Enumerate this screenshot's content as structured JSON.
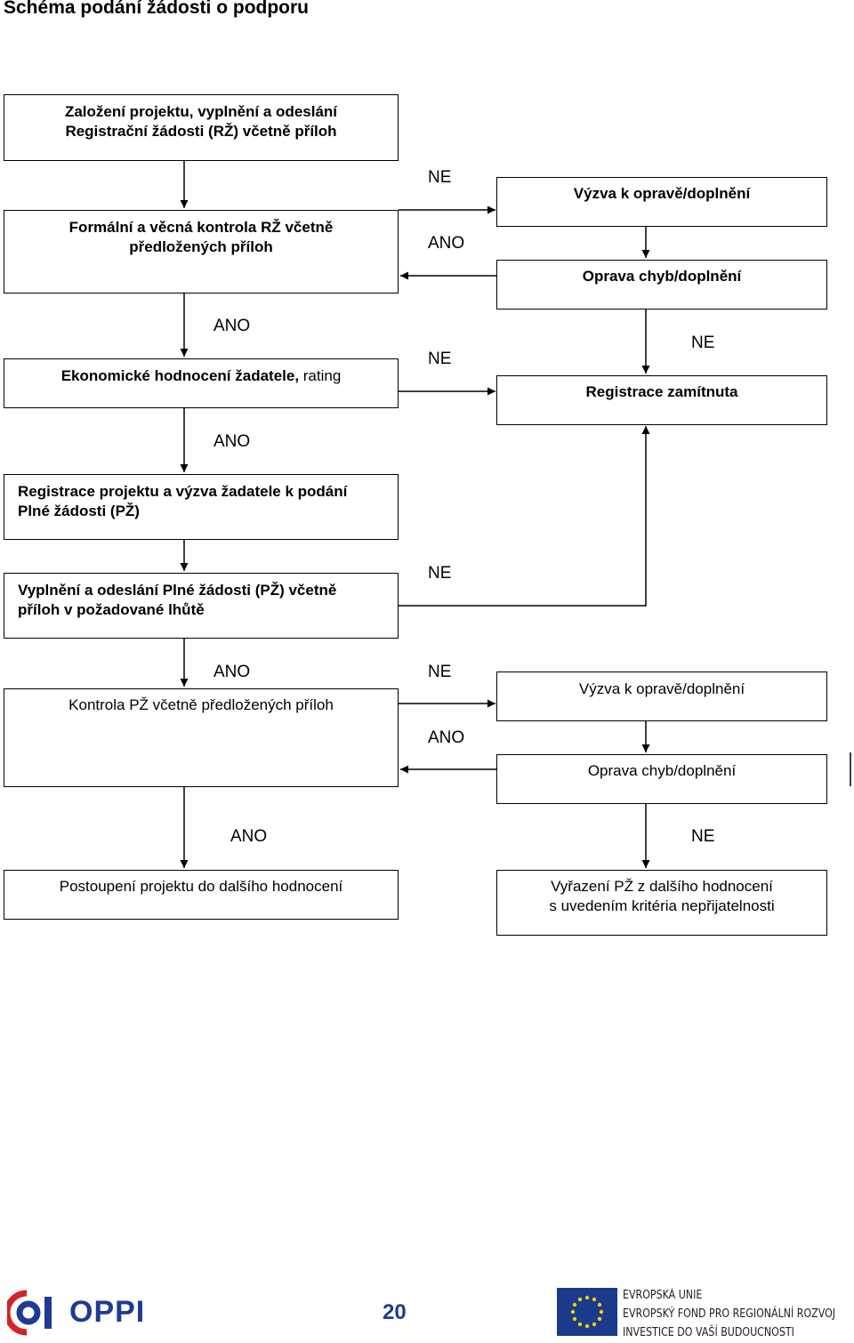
{
  "title": "Schéma podání žádosti o podporu",
  "boxes": {
    "b1": "Založení projektu, vyplnění a odeslání\nRegistrační žádosti (RŽ) včetně příloh",
    "b2": "Formální a věcná kontrola RŽ včetně\npředložených příloh",
    "b3": "Výzva  k opravě/doplnění",
    "b4": "Oprava chyb/doplnění",
    "b5_bold": "Ekonomické hodnocení žadatele,",
    "b5_normal": " rating",
    "b6": "Registrace zamítnuta",
    "b7": "Registrace projektu a výzva žadatele k podání\nPlné žádosti (PŽ)",
    "b8": "Vyplnění a odeslání Plné žádosti (PŽ) včetně\npříloh v požadované lhůtě",
    "b9": "Kontrola PŽ včetně předložených příloh",
    "b10": "Výzva k opravě/doplnění",
    "b11": "Oprava chyb/doplnění",
    "b12": "Postoupení projektu do dalšího hodnocení",
    "b13": "Vyřazení PŽ z dalšího hodnocení\ns uvedením kritéria nepřijatelnosti"
  },
  "labels": {
    "ne1": "NE",
    "ano1": "ANO",
    "ano2": "ANO",
    "ne2": "NE",
    "ne3": "NE",
    "ano3": "ANO",
    "ne4": "NE",
    "ano4": "ANO",
    "ne5": "NE",
    "ano5": "ANO",
    "ano6": "ANO",
    "ne6": "NE"
  },
  "footer": {
    "logo_text": "OPPI",
    "page_number": "20",
    "eu_lines": [
      "EVROPSKÁ UNIE",
      "EVROPSKÝ FOND PRO REGIONÁLNÍ ROZVOJ",
      "INVESTICE DO VAŠÍ BUDOUCNOSTI"
    ]
  },
  "colors": {
    "brand_blue": "#1f3a93",
    "brand_red": "#d6232a",
    "eu_blue": "#1a3a8c",
    "eu_gold": "#f5d000"
  }
}
